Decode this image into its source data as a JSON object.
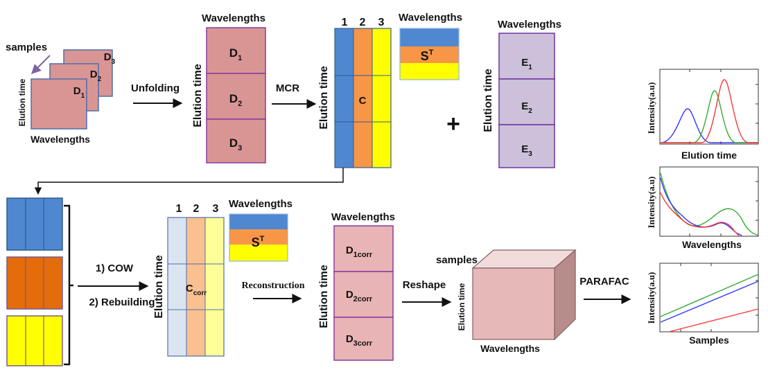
{
  "slices": {
    "samples_label": "samples",
    "elution_label": "Elution time",
    "wavelengths_label": "Wavelengths",
    "d1": "D",
    "d1_sub": "1",
    "d2": "D",
    "d2_sub": "2",
    "d3": "D",
    "d3_sub": "3"
  },
  "unfolding_label": "Unfolding",
  "unfolded": {
    "wavelengths_label": "Wavelengths",
    "elution_label": "Elution time",
    "blocks": [
      {
        "label": "D",
        "sub": "1"
      },
      {
        "label": "D",
        "sub": "2"
      },
      {
        "label": "D",
        "sub": "3"
      }
    ]
  },
  "mcr_label": "MCR",
  "c_matrix": {
    "col_labels": [
      "1",
      "2",
      "3"
    ],
    "elution_label": "Elution time",
    "center_label": "C"
  },
  "st_matrix": {
    "wavelengths_label": "Wavelengths",
    "label": "S",
    "sup": "T"
  },
  "plus_sign": "+",
  "e_matrix": {
    "wavelengths_label": "Wavelengths",
    "elution_label": "Elution time",
    "blocks": [
      {
        "label": "E",
        "sub": "1"
      },
      {
        "label": "E",
        "sub": "2"
      },
      {
        "label": "E",
        "sub": "3"
      }
    ]
  },
  "steps": {
    "cow": "1) COW",
    "rebuilding": "2) Rebuilding",
    "reconstruction": "Reconstruction",
    "reshape": "Reshape",
    "parafac": "PARAFAC"
  },
  "ccorr_matrix": {
    "col_labels": [
      "1",
      "2",
      "3"
    ],
    "elution_label": "Elution time",
    "center_label": "C",
    "center_sub": "corr"
  },
  "st2_matrix": {
    "wavelengths_label": "Wavelengths",
    "label": "S",
    "sup": "T"
  },
  "dcorr_matrix": {
    "wavelengths_label": "Wavelengths",
    "elution_label": "Elution time",
    "blocks": [
      {
        "label": "D",
        "sub": "1corr"
      },
      {
        "label": "D",
        "sub": "2corr"
      },
      {
        "label": "D",
        "sub": "3corr"
      }
    ]
  },
  "cube": {
    "samples_label": "samples",
    "elution_label": "Elution time",
    "wavelengths_label": "Wavelengths"
  },
  "plots": [
    {
      "ylabel": "Intensity(a.u)",
      "xlabel": "Elution time"
    },
    {
      "ylabel": "Intensity(a.u)",
      "xlabel": "Wavelengths"
    },
    {
      "ylabel": "Intensity(a.u)",
      "xlabel": "Samples"
    }
  ],
  "colors": {
    "pink": "#d99594",
    "pink_light": "#e8b4b5",
    "lavender": "#ccc0da",
    "blue": "#4f88d1",
    "orange": "#f79646",
    "yellow": "#ffff00",
    "blue_light": "#dbe5f1",
    "orange_light": "#fac090",
    "yellow_light": "#ffff99",
    "orange_dark": "#e46c0a",
    "purple_border": "#7030a0",
    "curve_blue": "#3333ff",
    "curve_green": "#33aa33",
    "curve_red": "#ff3333"
  }
}
